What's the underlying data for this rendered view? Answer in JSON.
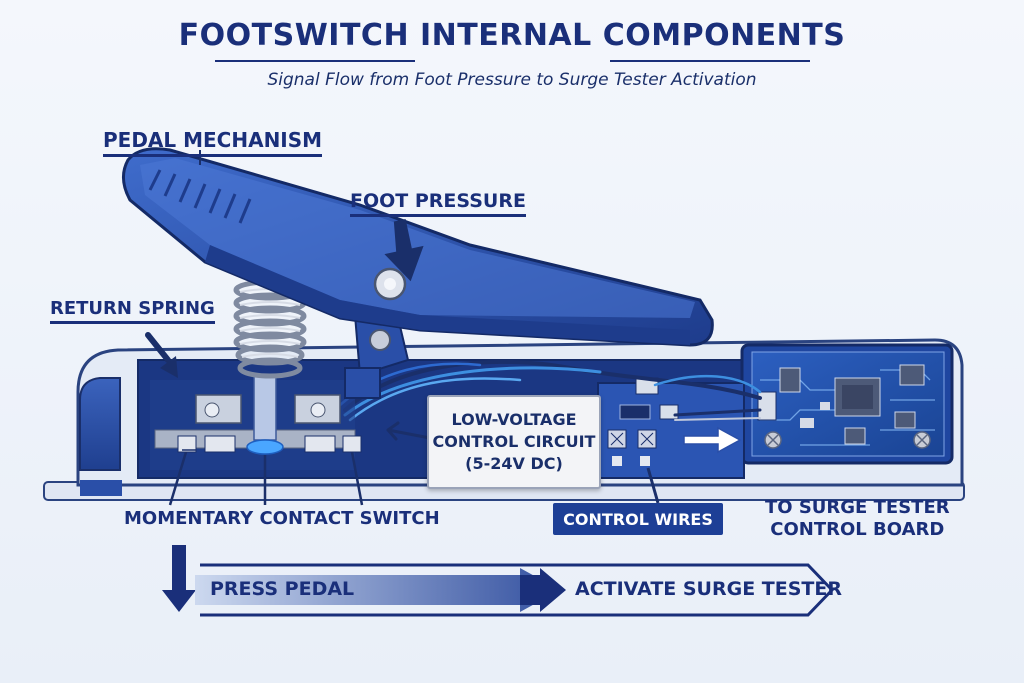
{
  "title": "FOOTSWITCH INTERNAL COMPONENTS",
  "subtitle": "Signal Flow from Foot Pressure to Surge Tester Activation",
  "labels": {
    "pedal_mechanism": "PEDAL MECHANISM",
    "foot_pressure": "FOOT PRESSURE",
    "return_spring": "RETURN SPRING",
    "momentary_switch": "MOMENTARY CONTACT SWITCH",
    "control_wires": "CONTROL WIRES",
    "to_surge_tester_line1": "TO SURGE TESTER",
    "to_surge_tester_line2": "CONTROL BOARD"
  },
  "circuit": {
    "line1": "LOW-VOLTAGE",
    "line2": "CONTROL CIRCUIT",
    "line3": "(5-24V DC)"
  },
  "flow": {
    "step1": "PRESS PEDAL",
    "step2": "ACTIVATE SURGE TESTER"
  },
  "colors": {
    "navy": "#1a2f7a",
    "body_blue": "#2a4fa8",
    "pcb_blue": "#1d4aa0",
    "wire_blue": "#3d8fe0"
  }
}
